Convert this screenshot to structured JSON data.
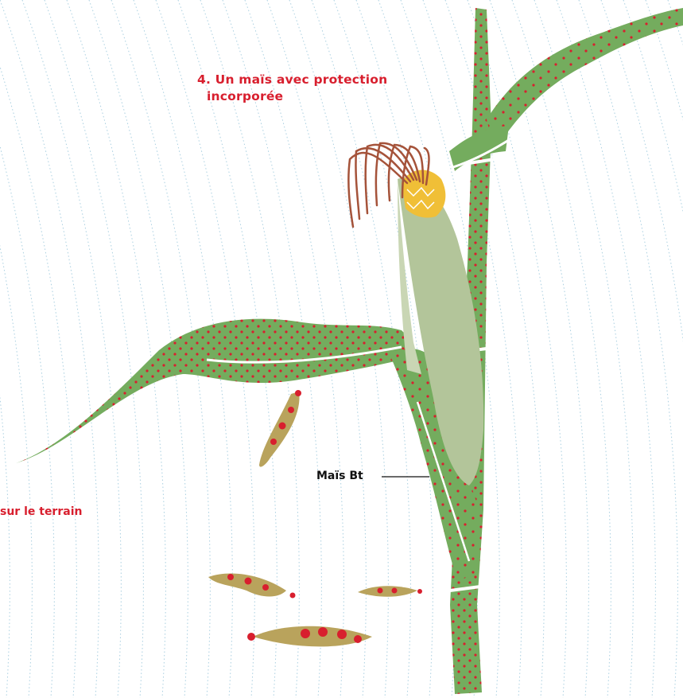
{
  "title": {
    "line1": "4. Un maïs avec protection",
    "line2": "incorporée"
  },
  "left_caption": "sur le terrain",
  "plant_label": "Maïs Bt",
  "colors": {
    "accent_red": "#d81f2e",
    "leaf_green": "#74ac5e",
    "husk_green": "#b3c59a",
    "kernel_yellow": "#f0bf37",
    "silk_brown": "#a5533a",
    "larva_tan": "#b9a35c",
    "guide_line": "#a9cfe0"
  }
}
